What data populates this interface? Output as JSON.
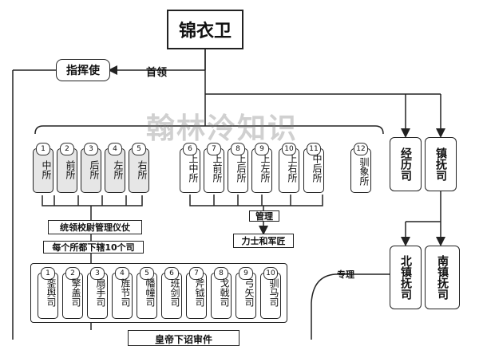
{
  "title": "锦衣卫",
  "commander": "指挥使",
  "head_label": "首领",
  "watermark": "翰林泠知识",
  "offices": {
    "jingli": "经历司",
    "zhenfu": "镇抚司",
    "north": "北镇抚司",
    "south": "南镇抚司"
  },
  "groups": {
    "tongling": "统领校尉管理仪仗",
    "each_suo": "每个所都下辖10个司",
    "guanli": "管理",
    "lishi": "力士和军匠",
    "zhuanli": "专理",
    "bottom_partial": "皇帝下诏审件"
  },
  "suo_left": [
    {
      "num": "1",
      "label": "中所"
    },
    {
      "num": "2",
      "label": "前所"
    },
    {
      "num": "3",
      "label": "后所"
    },
    {
      "num": "4",
      "label": "左所"
    },
    {
      "num": "5",
      "label": "右所"
    }
  ],
  "suo_mid": [
    {
      "num": "6",
      "label": "上中所"
    },
    {
      "num": "7",
      "label": "上前所"
    },
    {
      "num": "8",
      "label": "上后所"
    },
    {
      "num": "9",
      "label": "上左所"
    },
    {
      "num": "10",
      "label": "上右所"
    },
    {
      "num": "11",
      "label": "中后所"
    }
  ],
  "suo_extra": {
    "num": "12",
    "label": "驯象所"
  },
  "si_list": [
    {
      "num": "1",
      "label": "銮舆司"
    },
    {
      "num": "2",
      "label": "擎盖司"
    },
    {
      "num": "3",
      "label": "扇手司"
    },
    {
      "num": "4",
      "label": "旌节司"
    },
    {
      "num": "5",
      "label": "幡幢司"
    },
    {
      "num": "6",
      "label": "班剑司"
    },
    {
      "num": "7",
      "label": "斧钺司"
    },
    {
      "num": "8",
      "label": "戈戟司"
    },
    {
      "num": "9",
      "label": "弓矢司"
    },
    {
      "num": "10",
      "label": "驯马司"
    }
  ]
}
